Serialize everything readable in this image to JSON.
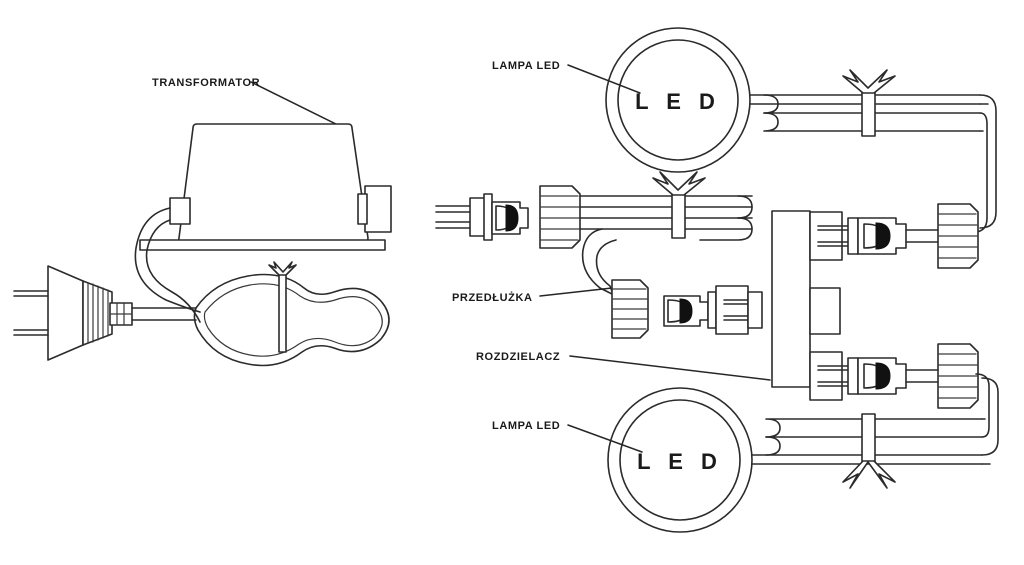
{
  "diagram": {
    "title": "Schemat polaczenia lampy LED z transformatorem",
    "background_color": "#ffffff",
    "line_color": "#2b2b2b",
    "accent_color": "#111111"
  },
  "labels": {
    "transformator": "TRANSFORMATOR",
    "lampa_led_top": "LAMPA LED",
    "lampa_led_bottom": "LAMPA LED",
    "przedluzka": "PRZEDŁUŻKA",
    "rozdzielacz": "ROZDZIELACZ"
  },
  "components": {
    "led_lamp_top_text": "L E D",
    "led_lamp_bottom_text": "L E D",
    "plug_name": "mains-plug",
    "transformer_name": "transformer-body",
    "distributor_name": "distributor-block",
    "cable_ties": [
      "cable-tie-transformer",
      "cable-tie-top-right",
      "cable-tie-middle",
      "cable-tie-bottom-right"
    ],
    "connectors": [
      "connector-extension-left",
      "connector-distributor-top",
      "connector-distributor-middle",
      "connector-distributor-bottom"
    ],
    "threaded_caps": [
      "threaded-cap-extension",
      "threaded-cap-top-right",
      "threaded-cap-middle",
      "threaded-cap-bottom-right"
    ]
  }
}
